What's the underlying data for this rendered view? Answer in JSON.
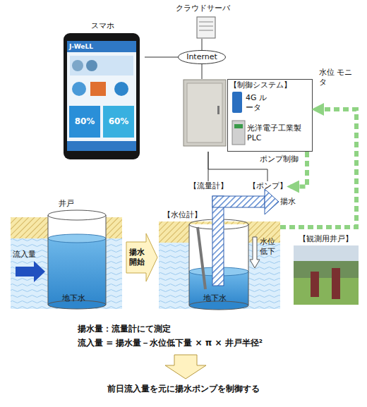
{
  "diagram": {
    "nodes": [
      {
        "text": [
          "クラウドサーバ"
        ]
      },
      {
        "text": [
          "スマホ"
        ]
      },
      {
        "text": [
          "Internet"
        ]
      },
      {
        "text": [
          "【制御システム】"
        ]
      },
      {
        "text": [
          "4G ルータ"
        ],
        "in": 3
      },
      {
        "text": [
          "光洋電子工業製 PLC"
        ],
        "in": 3
      },
      {
        "text": [
          "【流量計】"
        ]
      },
      {
        "text": [
          "【ポンプ】"
        ]
      },
      {
        "text": [
          "井戸"
        ]
      },
      {
        "text": [
          "揚水 開始"
        ]
      },
      {
        "text": [
          "【水位計】"
        ]
      },
      {
        "text": [
          "【観測用井戸】"
        ]
      }
    ],
    "edges": [
      {
        "from": 2,
        "to": 0,
        "arrow": "none"
      },
      {
        "from": 1,
        "to": 2,
        "arrow": "none"
      },
      {
        "from": 2,
        "to": 3,
        "arrow": "none"
      },
      {
        "from": 3,
        "to": 6,
        "arrow": "none"
      },
      {
        "from": 3,
        "to": 7,
        "arrow": "none"
      },
      {
        "from": 10,
        "to": 3,
        "label": "水位 モニタ",
        "arrow": "to"
      },
      {
        "from": 3,
        "to": 7,
        "label": "ポンプ制御",
        "arrow": "to"
      }
    ],
    "labels": [
      "J-WeLL",
      "80%",
      "60%",
      "流入量",
      "地下水",
      "揚水",
      "水位 低下",
      "地下水",
      "揚水量：流量計にて測定",
      "流入量 = 揚水量－水位低下量 × π × 井戸半径²",
      "前日流入量を元に揚水ポンプを制御する"
    ]
  }
}
